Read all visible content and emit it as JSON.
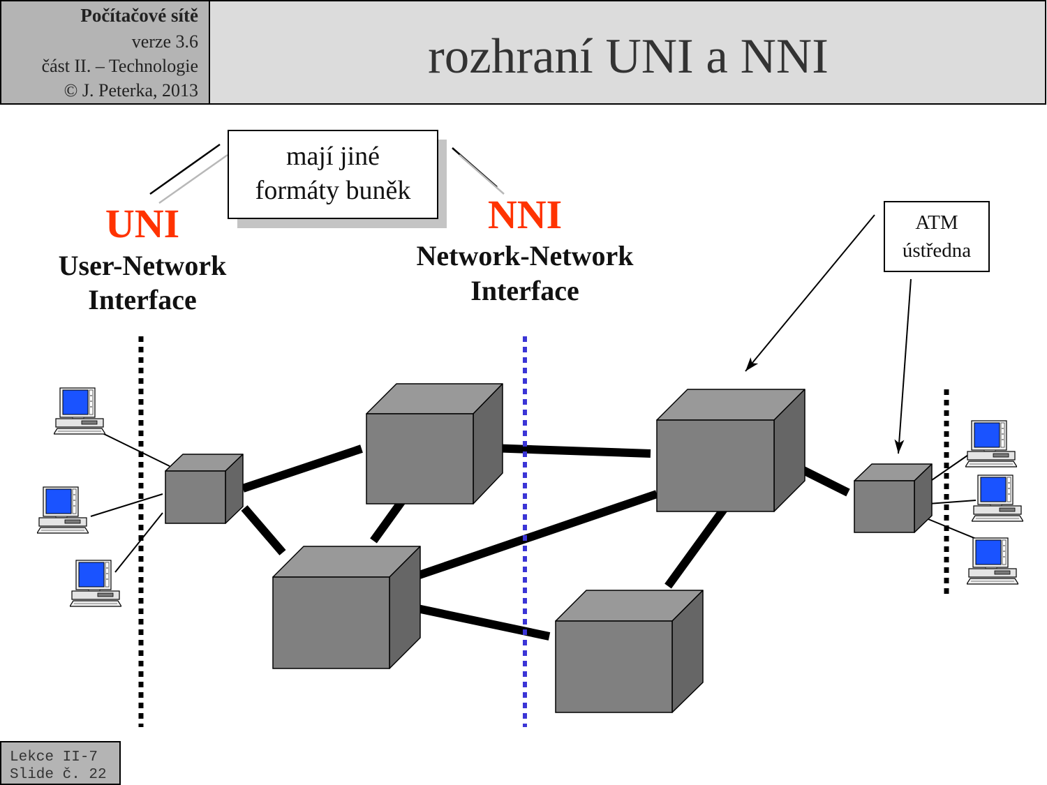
{
  "header": {
    "course": "Počítačové sítě",
    "version": "verze 3.6",
    "part": "část II. – Technologie",
    "copyright": "© J. Peterka, 2013",
    "title": "rozhraní UNI a NNI"
  },
  "callout": {
    "line1": "mají jiné",
    "line2": "formáty buněk"
  },
  "uni": {
    "abbr": "UNI",
    "line1": "User-Network",
    "line2": "Interface"
  },
  "nni": {
    "abbr": "NNI",
    "line1": "Network-Network",
    "line2": "Interface"
  },
  "atm_label": {
    "line1": "ATM",
    "line2": "ústředna"
  },
  "footer": {
    "lecture": "Lekce II-7",
    "slide": "Slide č. 22"
  },
  "icons": {
    "end_station": "computer-icon",
    "switch": "atm-switch-cube"
  },
  "colors": {
    "accent": "#ff3300",
    "nni_boundary": "#3b35d6",
    "uni_boundary": "#000000",
    "screen": "#1a53ff"
  }
}
